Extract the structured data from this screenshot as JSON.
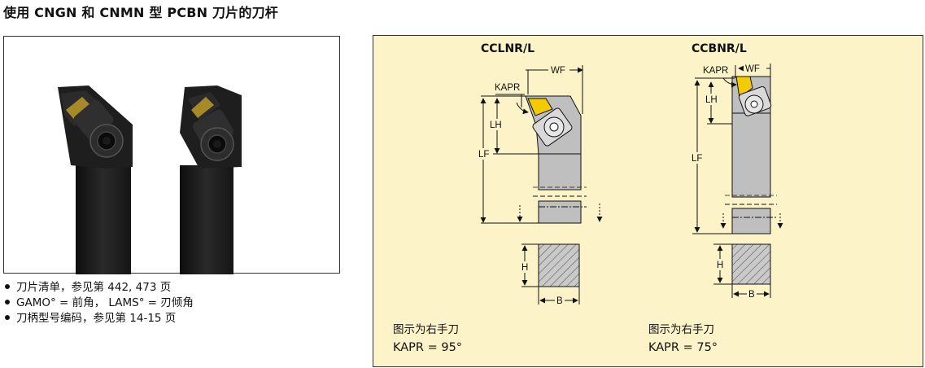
{
  "header": {
    "title": "使用 CNGN 和 CNMN 型 PCBN 刀片的刀杆"
  },
  "bullets": [
    "刀片清单，参见第 442, 473 页",
    "GAMO° = 前角， LAMS° = 刃倾角",
    "刀柄型号编码，参见第 14-15 页"
  ],
  "colors": {
    "panel_bg": "#fdf3c8",
    "insert": "#f2cc00",
    "holder": "#bfbfbf",
    "dark_tool": "#1c1c1c"
  },
  "diagrams": [
    {
      "name": "CCLNR/L",
      "dims": {
        "wf": "WF",
        "kapr": "KAPR",
        "lh": "LH",
        "lf": "LF",
        "h": "H",
        "b": "B"
      },
      "caption_line1": "图示为右手刀",
      "caption_line2": "KAPR = 95°"
    },
    {
      "name": "CCBNR/L",
      "dims": {
        "wf": "WF",
        "kapr": "KAPR",
        "lh": "LH",
        "lf": "LF",
        "h": "H",
        "b": "B"
      },
      "caption_line1": "图示为右手刀",
      "caption_line2": "KAPR = 75°"
    }
  ]
}
